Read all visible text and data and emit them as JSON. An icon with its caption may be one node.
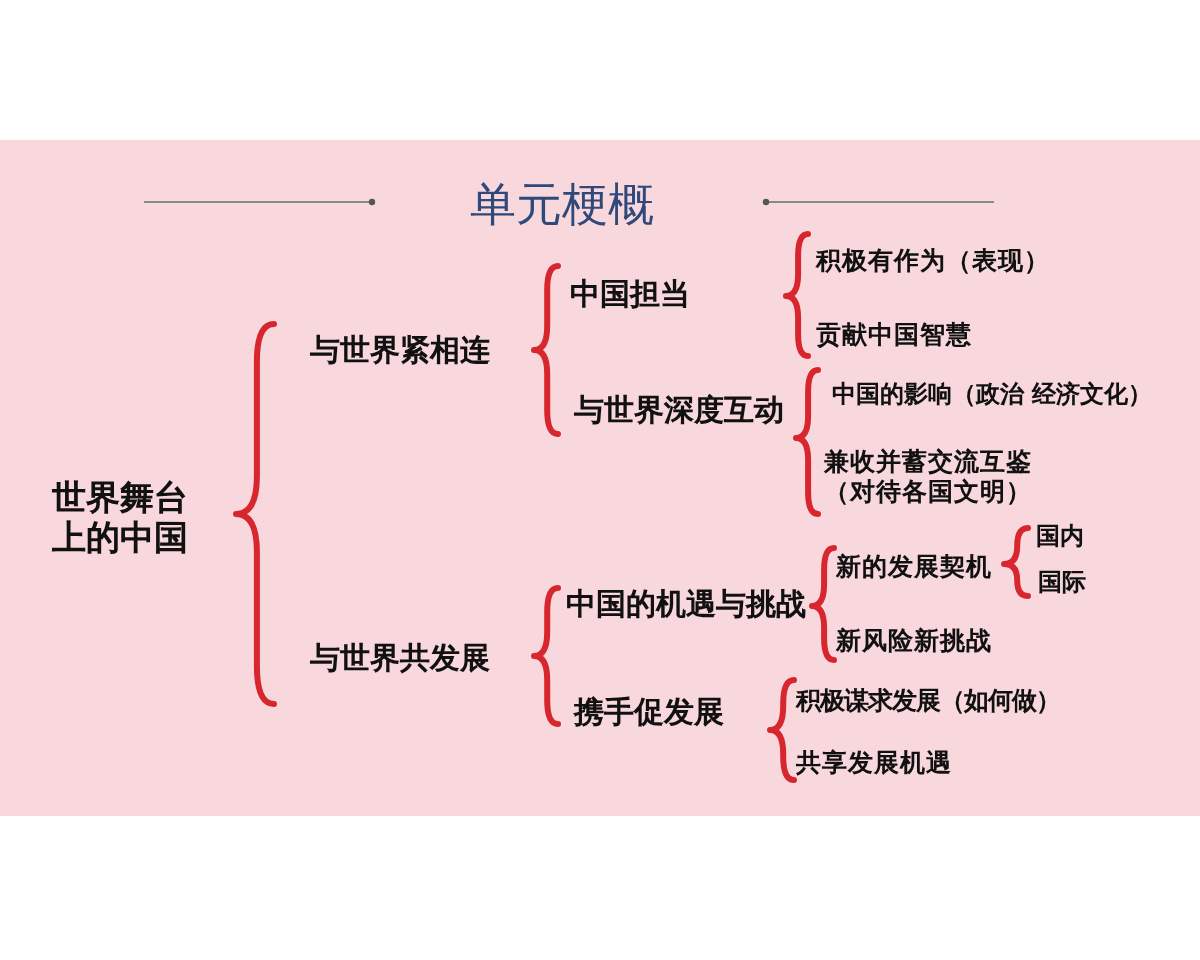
{
  "diagram": {
    "title": "单元梗概",
    "labels": [
      "世界舞台上的中国",
      "与世界紧相连",
      "中国担当",
      "积极有作为（表现）",
      "贡献中国智慧",
      "与世界深度互动",
      "中国的影响（政治 经济文化）",
      "兼收并蓄交流互鉴（对待各国文明）",
      "与世界共发展",
      "中国的机遇与挑战",
      "新的发展契机",
      "国内",
      "国际",
      "新风险新挑战",
      "携手促发展",
      "积极谋求发展（如何做）",
      "共享发展机遇"
    ]
  }
}
